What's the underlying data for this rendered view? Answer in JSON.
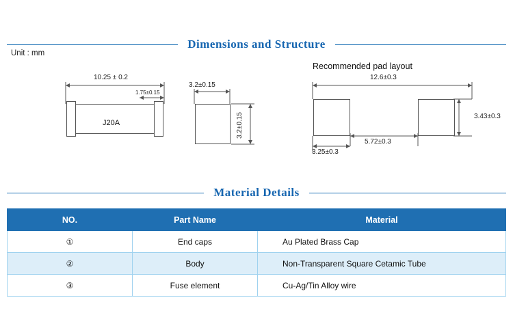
{
  "sections": {
    "dimensions_title": "Dimensions and Structure",
    "material_title": "Material  Details"
  },
  "unit_label": "Unit : mm",
  "drawings": {
    "side_view": {
      "length_dim": "10.25 ± 0.2",
      "cap_dim": "1.75±0.15",
      "body_text": "J20A"
    },
    "end_view": {
      "width_dim": "3.2±0.15",
      "height_dim": "3.2±0.15"
    },
    "pad_layout": {
      "title": "Recommended pad layout",
      "overall_dim": "12.6±0.3",
      "pad_height_dim": "3.43±0.3",
      "gap_dim": "5.72±0.3",
      "pad_width_dim": "3.25±0.3"
    }
  },
  "table": {
    "headers": [
      "NO.",
      "Part Name",
      "Material"
    ],
    "rows": [
      {
        "no": "①",
        "part": "End caps",
        "material": "Au Plated Brass Cap"
      },
      {
        "no": "②",
        "part": "Body",
        "material": "Non-Transparent Square Cetamic Tube"
      },
      {
        "no": "③",
        "part": "Fuse element",
        "material": "Cu-Ag/Tin Alloy wire"
      }
    ]
  },
  "colors": {
    "accent": "#1565b0",
    "table_header_bg": "#1f6fb2",
    "table_alt_row": "#ddeef9",
    "table_border": "#9fd2ef"
  }
}
